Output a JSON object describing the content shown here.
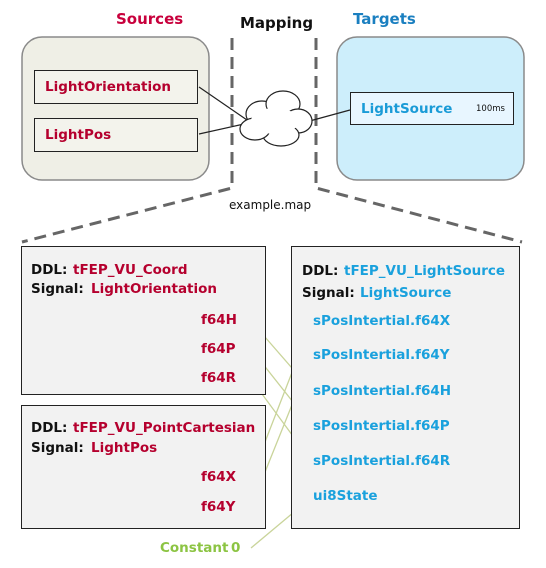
{
  "headers": {
    "sources": "Sources",
    "mapping": "Mapping",
    "targets": "Targets"
  },
  "sources": {
    "items": [
      "LightOrientation",
      "LightPos"
    ]
  },
  "target": {
    "item": "LightSource",
    "period": "100ms"
  },
  "mapping_file": "example.map",
  "source_panels": [
    {
      "ddl_label": "DDL:",
      "ddl_value": "tFEP_VU_Coord",
      "signal_label": "Signal:",
      "signal_value": "LightOrientation",
      "fields": [
        "f64H",
        "f64P",
        "f64R"
      ]
    },
    {
      "ddl_label": "DDL:",
      "ddl_value": "tFEP_VU_PointCartesian",
      "signal_label": "Signal:",
      "signal_value": "LightPos",
      "fields": [
        "f64X",
        "f64Y"
      ]
    }
  ],
  "target_panel": {
    "ddl_label": "DDL:",
    "ddl_value": "tFEP_VU_LightSource",
    "signal_label": "Signal:",
    "signal_value": "LightSource",
    "fields": [
      "sPosIntertial.f64X",
      "sPosIntertial.f64Y",
      "sPosIntertial.f64H",
      "sPosIntertial.f64P",
      "sPosIntertial.f64R",
      "ui8State"
    ]
  },
  "constant": {
    "label": "Constant",
    "value": "0"
  },
  "colors": {
    "source_text": "#b5002e",
    "target_text": "#1aa1dd",
    "constant_text": "#8cc443",
    "source_header": "#c8003c",
    "target_header": "#1a7fc0",
    "connector": "#c9d49a"
  }
}
